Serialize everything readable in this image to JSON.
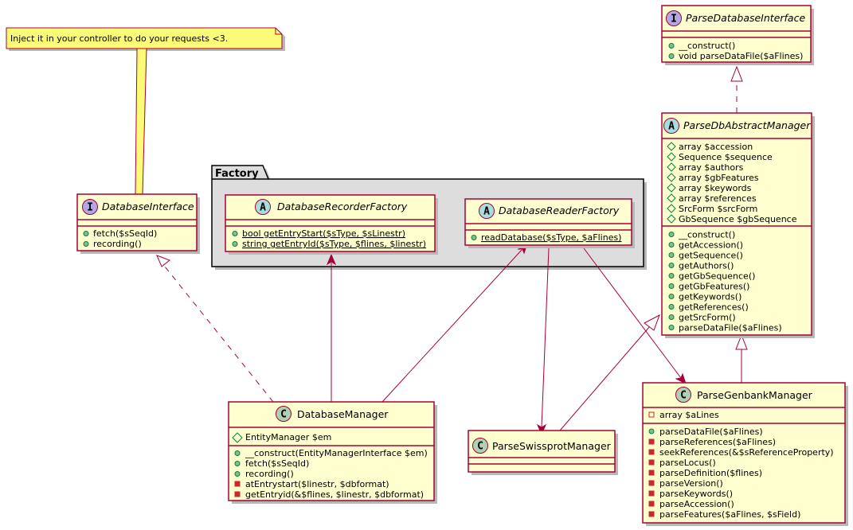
{
  "note": {
    "text": "Inject it in your controller to do your requests <3."
  },
  "package": {
    "name": "Factory"
  },
  "classes": {
    "database_interface": {
      "stereotype": "I",
      "name": "DatabaseInterface",
      "methods": [
        "fetch($sSeqId)",
        "recording()"
      ]
    },
    "database_recorder_factory": {
      "stereotype": "A",
      "name": "DatabaseRecorderFactory",
      "methods": [
        "bool getEntryStart($sType, $sLinestr)",
        "string getEntryId($sType, $flines, $linestr)"
      ]
    },
    "database_reader_factory": {
      "stereotype": "A",
      "name": "DatabaseReaderFactory",
      "methods": [
        "readDatabase($sType, $aFlines)"
      ]
    },
    "parse_database_interface": {
      "stereotype": "I",
      "name": "ParseDatabaseInterface",
      "methods": [
        "__construct()",
        "void parseDataFile($aFlines)"
      ]
    },
    "parse_db_abstract_manager": {
      "stereotype": "A",
      "name": "ParseDbAbstractManager",
      "fields": [
        "array $accession",
        "Sequence $sequence",
        "array $authors",
        "array $gbFeatures",
        "array $keywords",
        "array $references",
        "SrcForm $srcForm",
        "GbSequence $gbSequence"
      ],
      "methods": [
        "__construct()",
        "getAccession()",
        "getSequence()",
        "getAuthors()",
        "getGbSequence()",
        "getGbFeatures()",
        "getKeywords()",
        "getReferences()",
        "getSrcForm()",
        "parseDataFile($aFlines)"
      ]
    },
    "database_manager": {
      "stereotype": "C",
      "name": "DatabaseManager",
      "fields": [
        "EntityManager $em"
      ],
      "methods": [
        "__construct(EntityManagerInterface $em)",
        "fetch($sSeqId)",
        "recording()",
        "atEntrystart($linestr, $dbformat)",
        "getEntryid(&$flines, $linestr, $dbformat)"
      ]
    },
    "parse_swissprot_manager": {
      "stereotype": "C",
      "name": "ParseSwissprotManager"
    },
    "parse_genbank_manager": {
      "stereotype": "C",
      "name": "ParseGenbankManager",
      "fields": [
        "array $aLines"
      ],
      "methods": [
        "parseDataFile($aFlines)",
        "parseReferences($aFlines)",
        "seekReferences(&$sReferenceProperty)",
        "parseLocus()",
        "parseDefinition($flines)",
        "parseVersion()",
        "parseKeywords()",
        "parseAccession()",
        "parseFeatures($aFlines, $sField)"
      ]
    }
  }
}
